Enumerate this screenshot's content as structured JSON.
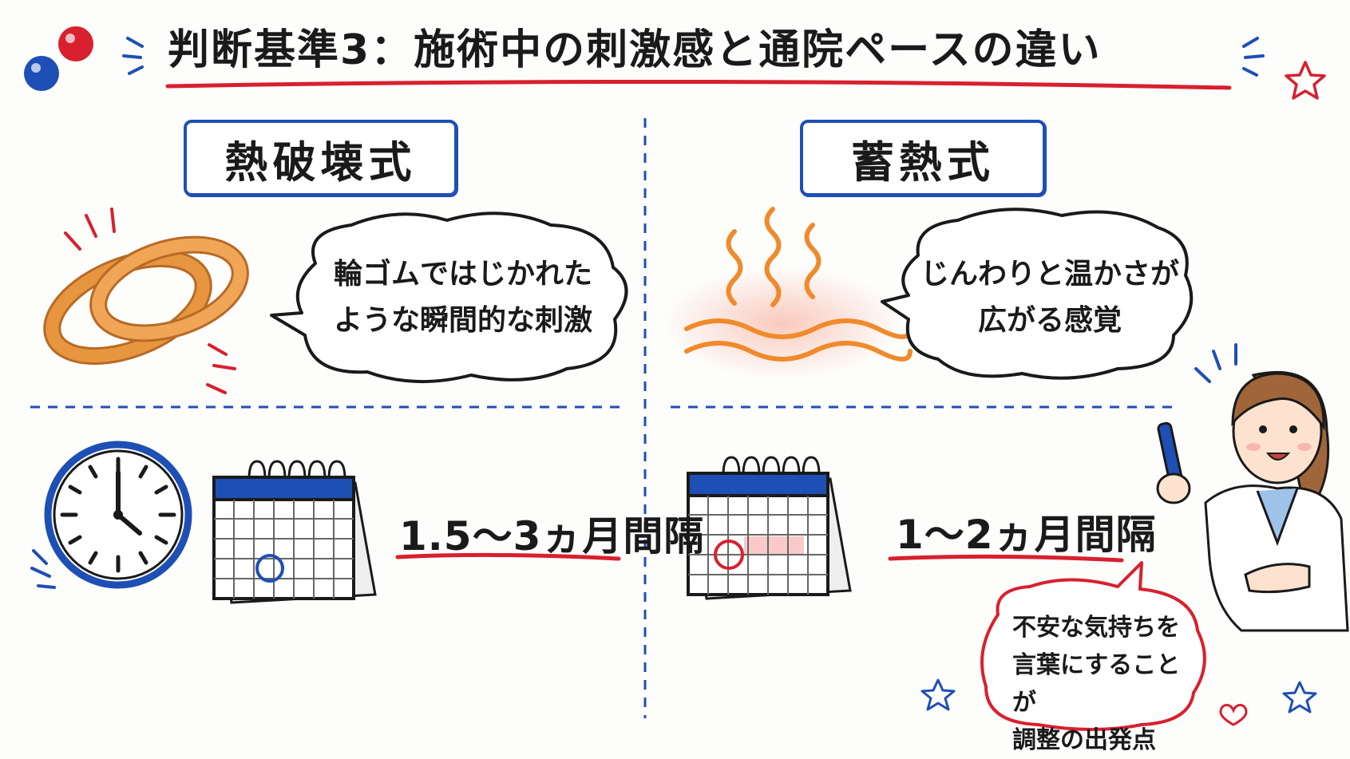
{
  "title": "判断基準3：施術中の刺激感と通院ペースの違い",
  "left": {
    "label": "熱破壊式",
    "sensation": "輪ゴムではじかれた\nような瞬間的な刺激",
    "interval": "1.5～3ヵ月間隔"
  },
  "right": {
    "label": "蓄熱式",
    "sensation": "じんわりと温かさが\n広がる感覚",
    "interval": "1～2ヵ月間隔"
  },
  "advice": "不安な気持ちを\n言葉にすることが\n調整の出発点",
  "colors": {
    "blue": "#1e4fb5",
    "red": "#d8202e",
    "orange": "#f08a2a",
    "rubber_band": "#e8953f"
  },
  "icons": [
    "rubber-band-icon",
    "heat-waves-icon",
    "clock-icon",
    "calendar-icon",
    "doctor-illustration",
    "star-icon",
    "heart-icon"
  ]
}
